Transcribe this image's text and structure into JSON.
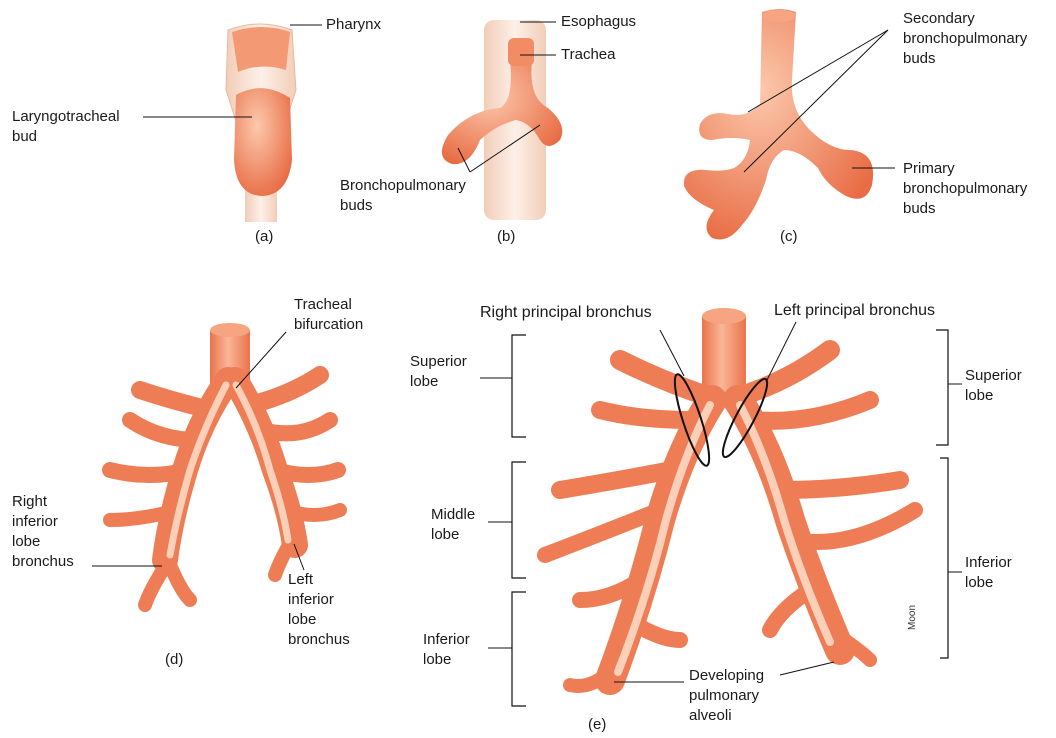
{
  "panels": {
    "a": {
      "tag": "(a)",
      "pharynx": "Pharynx",
      "bud": "Laryngotracheal\nbud"
    },
    "b": {
      "tag": "(b)",
      "esophagus": "Esophagus",
      "trachea": "Trachea",
      "buds": "Bronchopulmonary\nbuds"
    },
    "c": {
      "tag": "(c)",
      "secondary": "Secondary\nbronchopulmonary\nbuds",
      "primary": "Primary\nbronchopulmonary\nbuds"
    },
    "d": {
      "tag": "(d)",
      "bifurcation": "Tracheal\nbifurcation",
      "right_inferior": "Right\ninferior\nlobe\nbronchus",
      "left_inferior": "Left\ninferior\nlobe\nbronchus"
    },
    "e": {
      "tag": "(e)",
      "right_principal": "Right principal bronchus",
      "left_principal": "Left principal bronchus",
      "r_superior": "Superior\nlobe",
      "r_middle": "Middle\nlobe",
      "r_inferior": "Inferior\nlobe",
      "l_superior": "Superior\nlobe",
      "l_inferior": "Inferior\nlobe",
      "alveoli": "Developing\npulmonary\nalveoli"
    }
  },
  "signature": "Moon",
  "colors": {
    "tissue": "#f08a62",
    "tissue_light": "#fbc2a4",
    "tissue_dark": "#d9643e",
    "pharynx_tube": "#f6d8c4",
    "line": "#111111"
  }
}
